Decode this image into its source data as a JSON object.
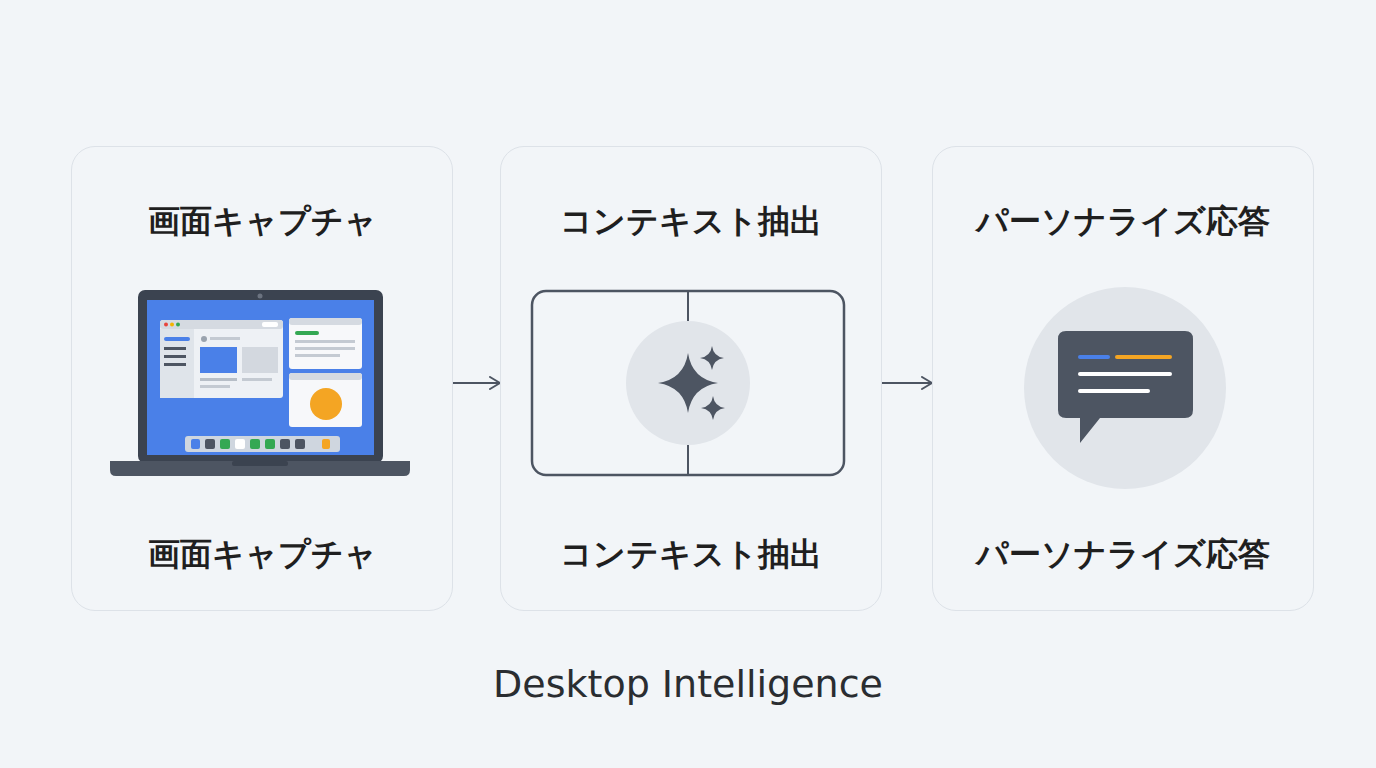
{
  "diagram": {
    "caption": "Desktop Intelligence",
    "nodes": [
      {
        "text": [
          "画面キャプチャ",
          "画面キャプチャ"
        ]
      },
      {
        "text": [
          "コンテキスト抽出",
          "コンテキスト抽出"
        ]
      },
      {
        "text": [
          "パーソナライズ応答",
          "パーソナライズ応答"
        ]
      }
    ],
    "edges": [
      {
        "from": 0,
        "to": 1,
        "arrow": "to"
      },
      {
        "from": 1,
        "to": 2,
        "arrow": "to"
      }
    ]
  }
}
